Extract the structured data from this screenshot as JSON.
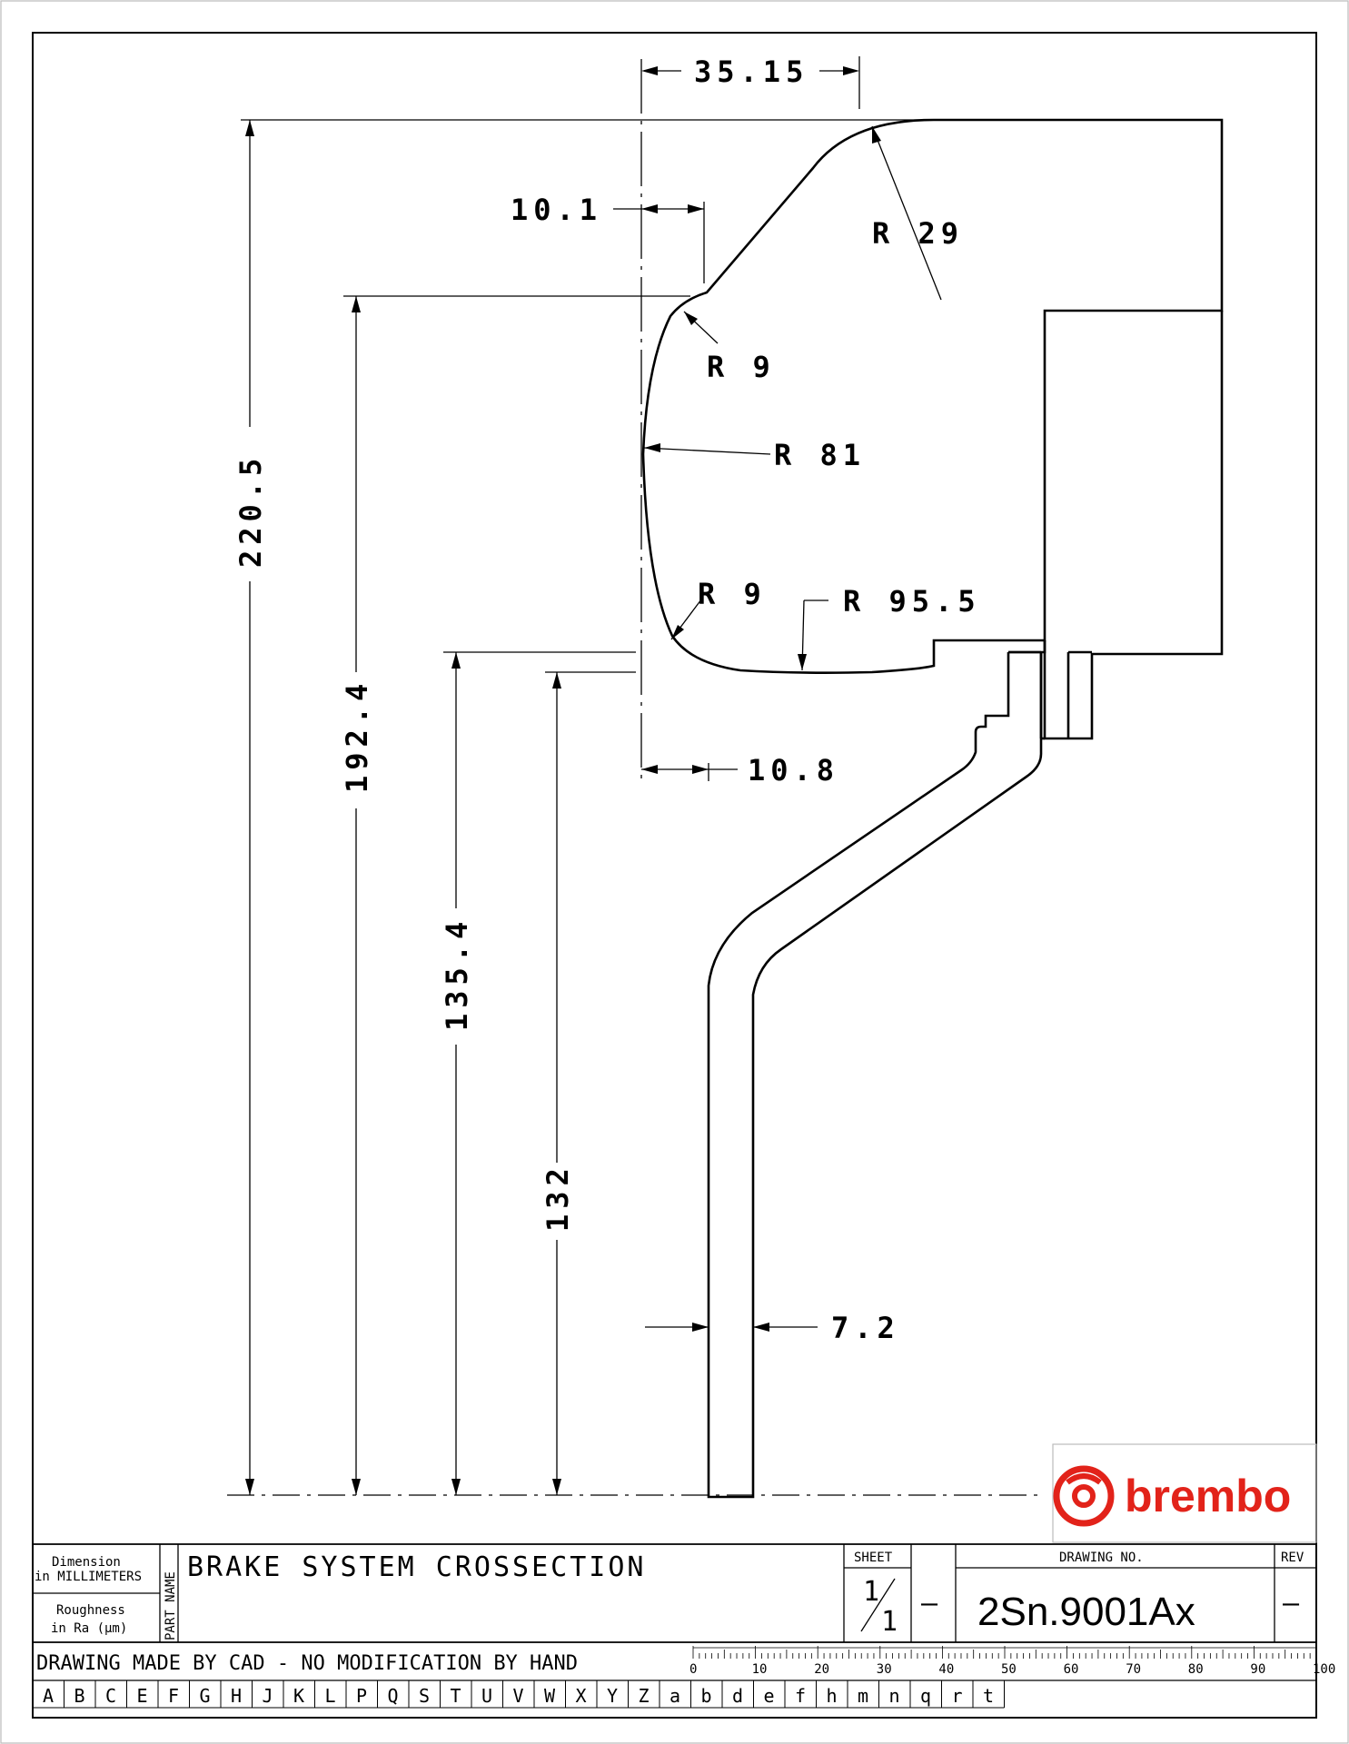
{
  "drawing": {
    "dimensions": [
      {
        "id": "width-top",
        "label": "35.15"
      },
      {
        "id": "offset-upper",
        "label": "10.1"
      },
      {
        "id": "radius-outer-top",
        "label": "R 29"
      },
      {
        "id": "radius-fillet-top",
        "label": "R 9"
      },
      {
        "id": "radius-outer",
        "label": "R 81"
      },
      {
        "id": "radius-fillet-bottom",
        "label": "R 9"
      },
      {
        "id": "radius-bottom",
        "label": "R 95.5"
      },
      {
        "id": "offset-hat",
        "label": "10.8"
      },
      {
        "id": "thickness",
        "label": "7.2"
      },
      {
        "id": "height-220",
        "label": "220.5"
      },
      {
        "id": "height-192",
        "label": "192.4"
      },
      {
        "id": "height-135",
        "label": "135.4"
      },
      {
        "id": "height-132",
        "label": "132"
      }
    ]
  },
  "logo": {
    "text": "brembo",
    "color": "#e2231a"
  },
  "title_block": {
    "dimension_label_1": "Dimension",
    "dimension_label_2": "in MILLIMETERS",
    "roughness_label_1": "Roughness",
    "roughness_label_2": "in Ra (μm)",
    "part_name_label": "PART NAME",
    "part_name": "BRAKE SYSTEM CROSSECTION",
    "sheet_label": "SHEET",
    "sheet_num": "1",
    "sheet_total": "1",
    "sheet_dash": "—",
    "drawing_no_label": "DRAWING NO.",
    "drawing_no": "2Sn.9001Ax",
    "rev_label": "REV",
    "rev_value": "—",
    "cad_note": "DRAWING MADE BY CAD - NO MODIFICATION BY HAND",
    "ruler_labels": [
      "0",
      "10",
      "20",
      "30",
      "40",
      "50",
      "60",
      "70",
      "80",
      "90",
      "100"
    ],
    "letter_cells": [
      "A",
      "B",
      "C",
      "E",
      "F",
      "G",
      "H",
      "J",
      "K",
      "L",
      "P",
      "Q",
      "S",
      "T",
      "U",
      "V",
      "W",
      "X",
      "Y",
      "Z",
      "a",
      "b",
      "d",
      "e",
      "f",
      "h",
      "m",
      "n",
      "q",
      "r",
      "t"
    ]
  }
}
